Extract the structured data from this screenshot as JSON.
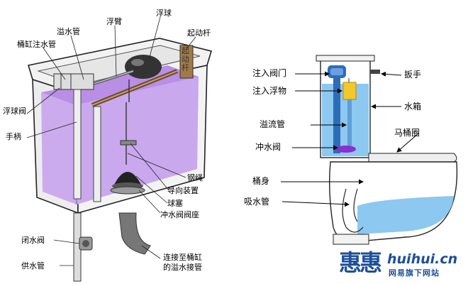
{
  "left_labels": {
    "fill_pipe": "桶缸注水管",
    "overflow_pipe": "溢水管",
    "float_arm": "浮臂",
    "float_ball": "浮球",
    "trip_lever": "起动杆",
    "float_valve": "浮球阀",
    "handle": "手柄",
    "wire": "钢绳",
    "guide": "导向装置",
    "ball_plug": "球塞",
    "flush_valve_seat": "冲水阀阀座",
    "connect_line1": "连接至桶缸",
    "connect_line2": "的溢水接管",
    "shutoff_valve": "闭水阀",
    "supply_pipe": "供水管",
    "lever_stamp": "起动杆"
  },
  "right_labels": {
    "fill_valve": "注入阀门",
    "fill_float": "注入浮物",
    "overflow_pipe": "溢流管",
    "flush_valve": "冲水阀",
    "bowl_body": "桶身",
    "suction_pipe": "吸水管",
    "handle": "扳手",
    "tank": "水箱",
    "seat_ring": "马桶圈"
  },
  "watermark": {
    "mark": "惠惠",
    "site": "huihui.cn",
    "tagline": "网易旗下网站"
  },
  "colors": {
    "water_left": "#c9a8ee",
    "water_right": "#8cc8f0",
    "float_yellow": "#f2c82a",
    "valve_blue": "#2d6db8",
    "flush_purple": "#8b2fd0",
    "brand_blue": "#1d4f9a"
  }
}
